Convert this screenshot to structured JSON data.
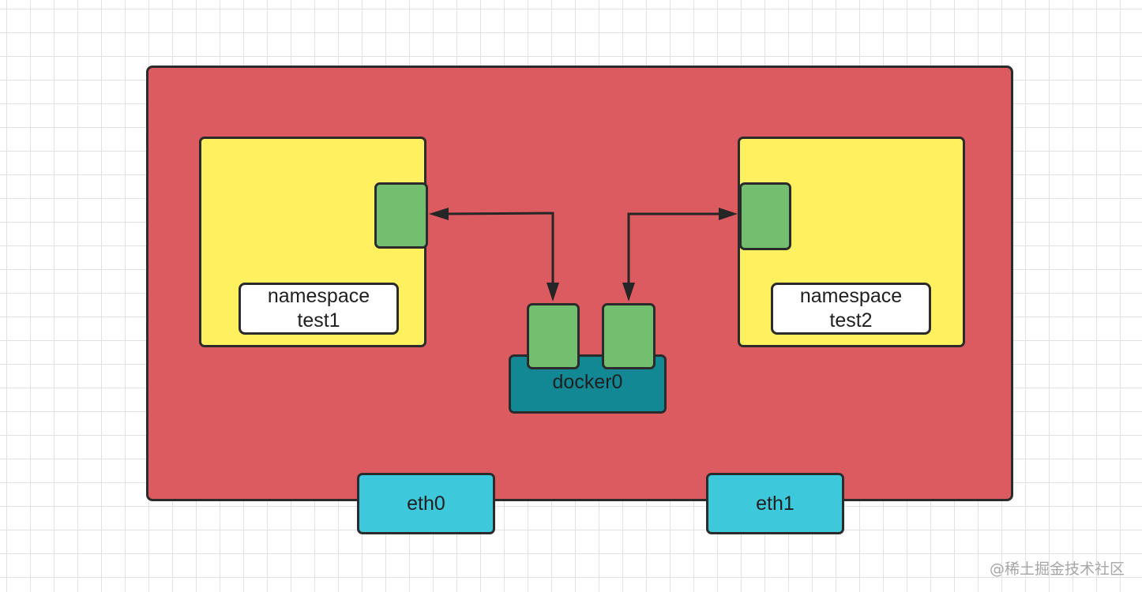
{
  "colors": {
    "host_fill": "#dc5b60",
    "namespace_fill": "#fff060",
    "veth_fill": "#72bf6f",
    "bridge_fill": "#138895",
    "nic_fill": "#3ec8dc",
    "wire": "#262626"
  },
  "namespaces": [
    {
      "line1": "namespace",
      "line2": "test1"
    },
    {
      "line1": "namespace",
      "line2": "test2"
    }
  ],
  "bridge": {
    "label": "docker0"
  },
  "nics": [
    {
      "label": "eth0"
    },
    {
      "label": "eth1"
    }
  ],
  "watermark": "@稀土掘金技术社区"
}
